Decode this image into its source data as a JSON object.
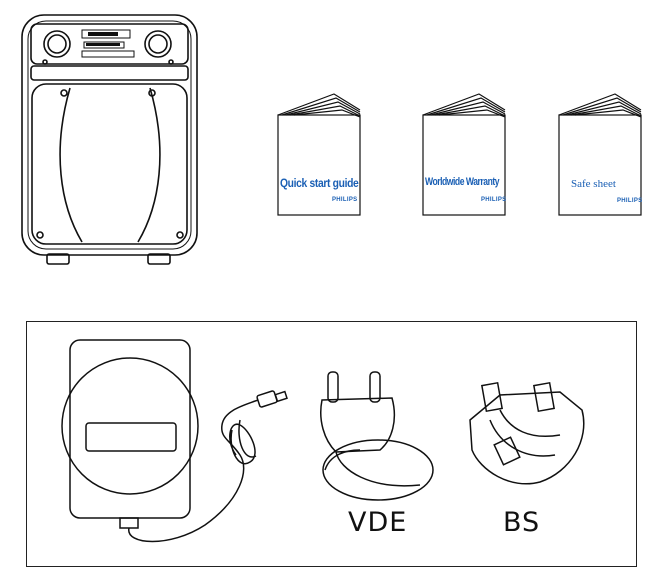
{
  "booklets": [
    {
      "title": "Quick start guide",
      "brand": "PHILIPS"
    },
    {
      "title": "Worldwide Warranty",
      "brand": "PHILIPS"
    },
    {
      "title": "Safe sheet",
      "brand": "PHILIPS"
    }
  ],
  "accessories": {
    "plug_labels": [
      "VDE",
      "BS"
    ]
  },
  "icons": [
    "speaker-icon",
    "booklet-icon",
    "power-adapter-icon",
    "vde-plug-icon",
    "bs-plug-icon"
  ],
  "colors": {
    "booklet_text": "#1a5fb4",
    "line": "#111111"
  }
}
